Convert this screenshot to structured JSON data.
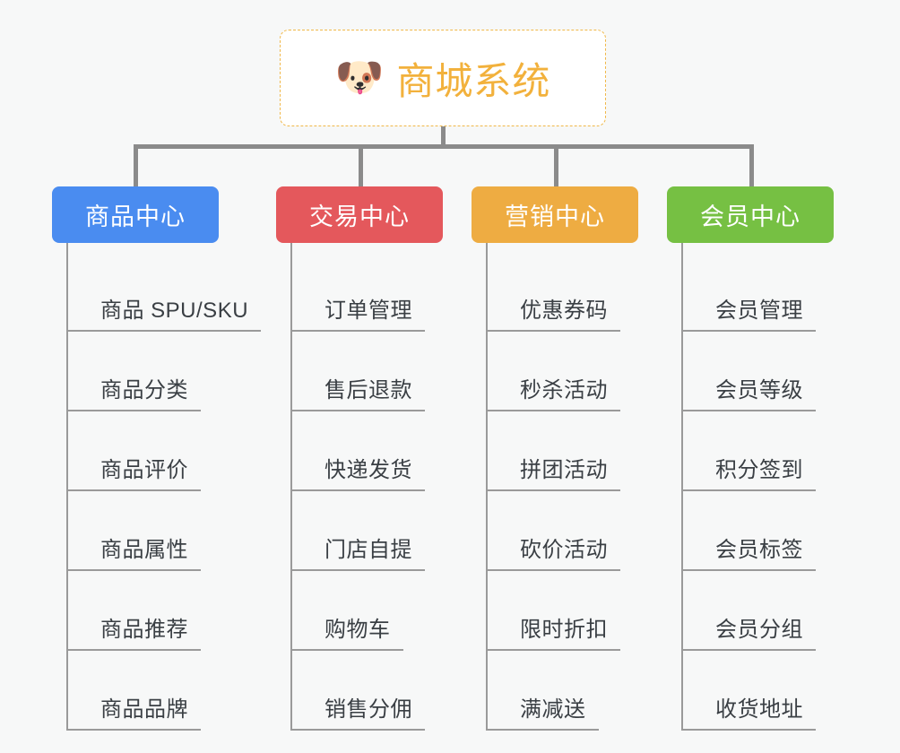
{
  "background_color": "#f7f8f8",
  "root": {
    "icon": "shiba-dog-face-emoji",
    "emoji": "🐶",
    "title": "商城系统",
    "title_color": "#f2b13c",
    "border_color": "#f0b849",
    "background_color": "#ffffff"
  },
  "connector_color": "#8b8b8b",
  "columns": [
    {
      "header": "商品中心",
      "color": "#4a8cf0",
      "items": [
        "商品 SPU/SKU",
        "商品分类",
        "商品评价",
        "商品属性",
        "商品推荐",
        "商品品牌"
      ]
    },
    {
      "header": "交易中心",
      "color": "#e4585c",
      "items": [
        "订单管理",
        "售后退款",
        "快递发货",
        "门店自提",
        "购物车",
        "销售分佣"
      ]
    },
    {
      "header": "营销中心",
      "color": "#eeac42",
      "items": [
        "优惠券码",
        "秒杀活动",
        "拼团活动",
        "砍价活动",
        "限时折扣",
        "满减送"
      ]
    },
    {
      "header": "会员中心",
      "color": "#76c043",
      "items": [
        "会员管理",
        "会员等级",
        "积分签到",
        "会员标签",
        "会员分组",
        "收货地址"
      ]
    }
  ]
}
